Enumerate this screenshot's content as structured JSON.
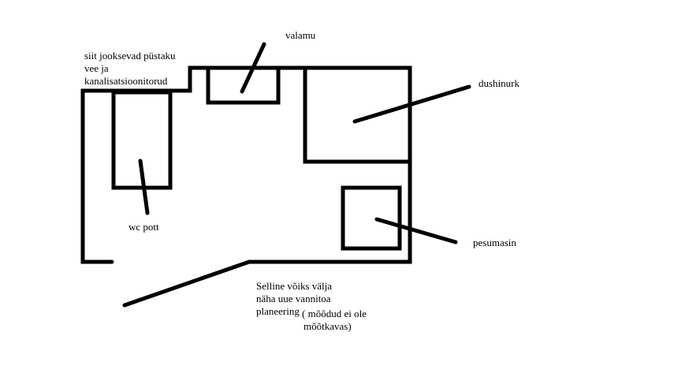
{
  "labels": {
    "pipes": [
      "siit jooksevad püstaku",
      "vee ja",
      "kanalisatsioonitorud"
    ],
    "sink": "valamu",
    "shower": "dushinurk",
    "toilet": "wc pott",
    "washer": "pesumasin",
    "note": [
      "Selline võiks välja",
      "näha uue vannitoa",
      "planeering"
    ],
    "scale_note": [
      "( mõõdud ei ole",
      "mõõtkavas)"
    ]
  }
}
